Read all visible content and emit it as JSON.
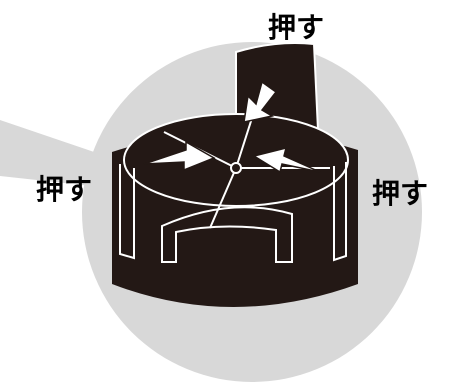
{
  "labels": {
    "top": "押す",
    "left": "押す",
    "right": "押す"
  },
  "colors": {
    "background": "#ffffff",
    "circle": "#d8d8d8",
    "object": "#231815",
    "outline": "#ffffff",
    "arrow": "#ffffff"
  }
}
